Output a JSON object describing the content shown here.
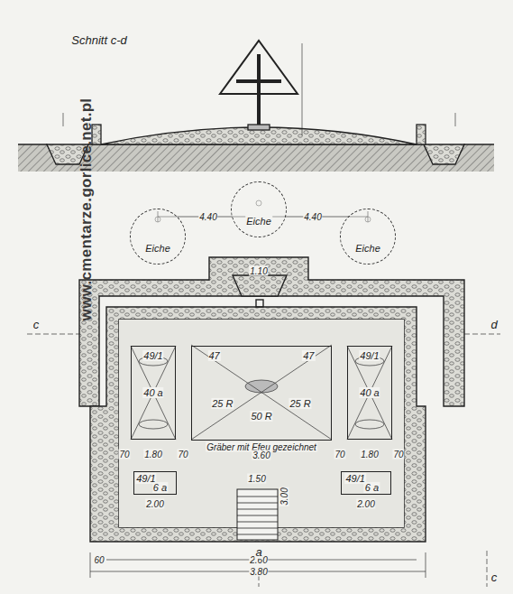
{
  "diagram": {
    "nodes": [
      {
        "text": [
          "Eiche"
        ]
      },
      {
        "text": [
          "Eiche"
        ]
      },
      {
        "text": [
          "Eiche"
        ]
      },
      {
        "text": [
          "49/1",
          "40 a"
        ]
      },
      {
        "text": [
          "47",
          "47",
          "25 R",
          "25 R",
          "50 R"
        ]
      },
      {
        "text": [
          "49/1",
          "40 a"
        ]
      },
      {
        "text": [
          "49/1",
          "6 a"
        ]
      },
      {
        "text": [
          "49/1",
          "6 a"
        ]
      }
    ],
    "labels": [
      "Schnitt c-d",
      "www.cmentarze.gorlice.net.pl",
      "4.40",
      "4.40",
      "1.10",
      "c",
      "d",
      "Gräber mit Efeu gezeichnet",
      "3.60",
      "1.50",
      "70",
      "1.80",
      "70",
      "70",
      "1.80",
      "70",
      "2.00",
      "2.00",
      "3.00",
      "60",
      "2.60",
      "3.80",
      "a",
      "c"
    ]
  }
}
